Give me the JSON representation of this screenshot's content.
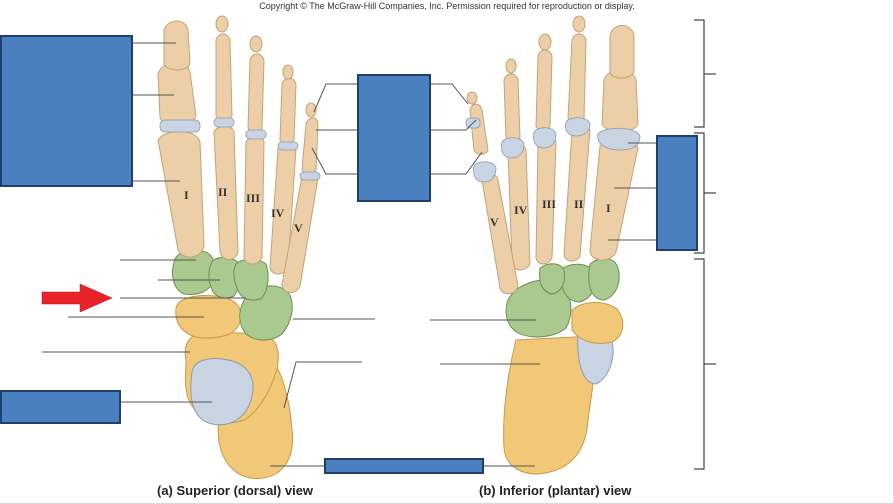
{
  "copyright": "Copyright © The McGraw-Hill Companies, Inc. Permission required for reproduction or display.",
  "captions": {
    "superior": "(a) Superior (dorsal) view",
    "inferior": "(b) Inferior (plantar) view"
  },
  "numerals": {
    "superior": [
      "I",
      "II",
      "III",
      "IV",
      "V"
    ],
    "inferior": [
      "V",
      "IV",
      "III",
      "II",
      "I"
    ]
  },
  "colors": {
    "label_box": "#4a80bd",
    "label_box_border": "#1f3f6e",
    "arrow": "#e8242a",
    "bone_tan": "#eccfa7",
    "bone_green": "#a9c98e",
    "bone_yellow": "#f1c877",
    "cartilage_blue": "#c9d4e2"
  }
}
